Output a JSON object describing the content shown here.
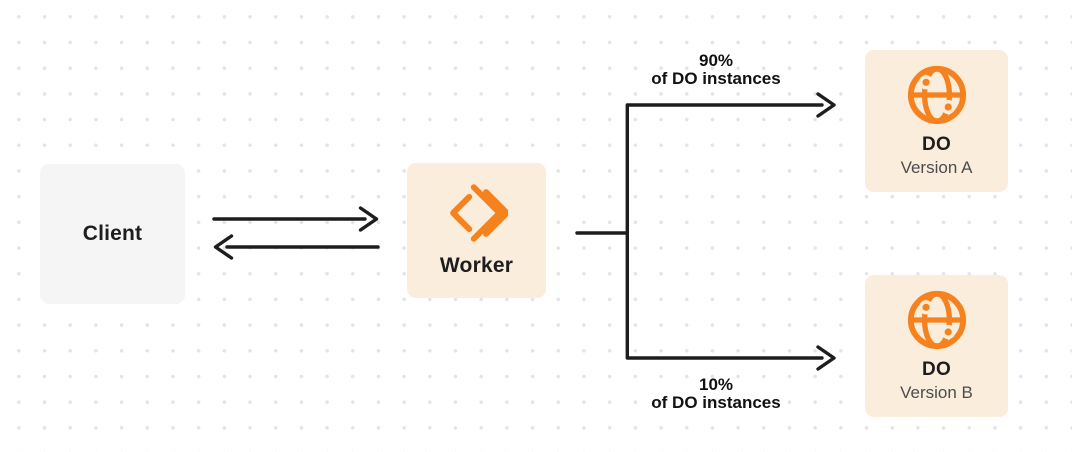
{
  "nodes": {
    "client": {
      "label": "Client"
    },
    "worker": {
      "label": "Worker",
      "icon": "cloudflare-workers-icon"
    },
    "do_a": {
      "title": "DO",
      "subtitle": "Version A",
      "icon": "durable-object-globe-icon"
    },
    "do_b": {
      "title": "DO",
      "subtitle": "Version B",
      "icon": "durable-object-globe-icon"
    }
  },
  "routes": {
    "route_a": {
      "percent": "90%",
      "caption": "of DO instances"
    },
    "route_b": {
      "percent": "10%",
      "caption": "of DO instances"
    }
  },
  "colors": {
    "accent_orange": "#F6821F",
    "node_fill_cream": "#FAEDDB",
    "node_fill_gray": "#F5F5F6",
    "connector_black": "#1D1D1F",
    "subtitle_gray": "#4C4C50",
    "dot_grid_gray": "#E4E4E8"
  }
}
